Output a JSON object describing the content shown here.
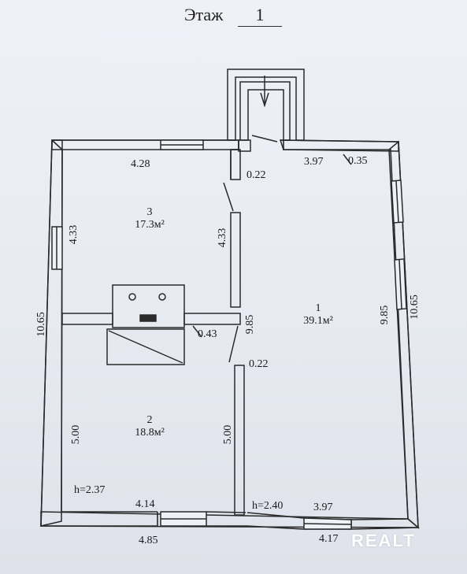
{
  "floor": {
    "label": "Этаж",
    "number": "1"
  },
  "rooms": [
    {
      "number": "1",
      "area": "39.1м²"
    },
    {
      "number": "2",
      "area": "18.8м²"
    },
    {
      "number": "3",
      "area": "17.3м²"
    }
  ],
  "dims": {
    "top_left_width": "4.28",
    "top_right_width": "3.97",
    "top_right_offset": "0.35",
    "partition_gap_top": "0.22",
    "partition_gap_mid": "0.22",
    "stove_offset": "0.43",
    "room3_left_height": "4.33",
    "room3_right_height": "4.33",
    "left_total_height": "10.65",
    "right_inner_height": "9.85",
    "right_total_height": "10.65",
    "center_height": "9.85",
    "room2_left_height": "5.00",
    "room2_right_height": "5.00",
    "room2_ceiling": "h=2.37",
    "room2_width": "4.14",
    "room1_ceiling": "h=2.40",
    "room1_width": "3.97",
    "bottom_left_outer": "4.85",
    "bottom_right_outer": "4.17"
  },
  "watermark": "REALT"
}
